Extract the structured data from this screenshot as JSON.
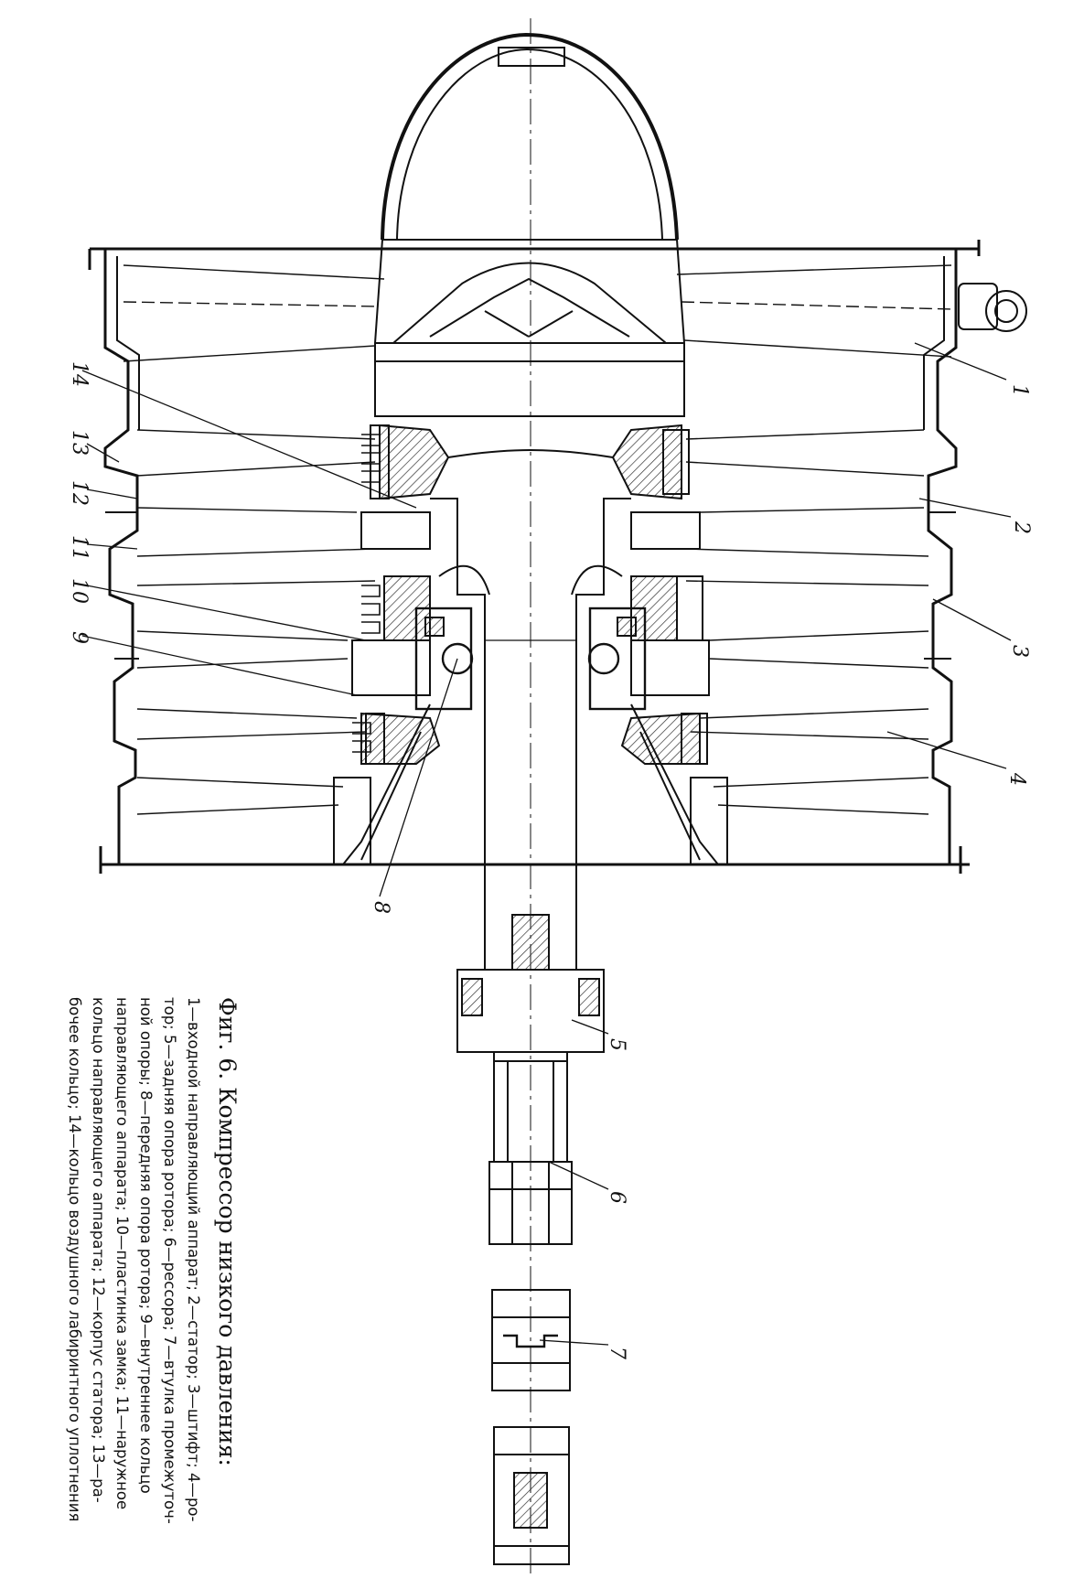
{
  "figure": {
    "caption_title": "Фиг. 6. Компрессор низкого давления:",
    "caption_lines": [
      "1—входной направляющий аппарат; 2—статор; 3—штифт; 4—ро-",
      "тор; 5—задняя опора ротора; 6—рессора; 7—втулка промежуточ-",
      "ной опоры; 8—передняя опора ротора; 9—внутреннее кольцо",
      "направляющего аппарата; 10—пластинка замка; 11—наружное",
      "кольцо направляющего аппарата; 12—корпус статора; 13—ра-",
      "бочее кольцо; 14—кольцо воздушного лабиринтного уплотнения"
    ],
    "callouts": [
      {
        "label": "1"
      },
      {
        "label": "2"
      },
      {
        "label": "3"
      },
      {
        "label": "4"
      },
      {
        "label": "5"
      },
      {
        "label": "6"
      },
      {
        "label": "7"
      },
      {
        "label": "8"
      },
      {
        "label": "9"
      },
      {
        "label": "10"
      },
      {
        "label": "11"
      },
      {
        "label": "12"
      },
      {
        "label": "13"
      },
      {
        "label": "14"
      }
    ]
  },
  "colors": {
    "ink": "#111111",
    "paper": "#ffffff",
    "hatch": "#555555"
  }
}
